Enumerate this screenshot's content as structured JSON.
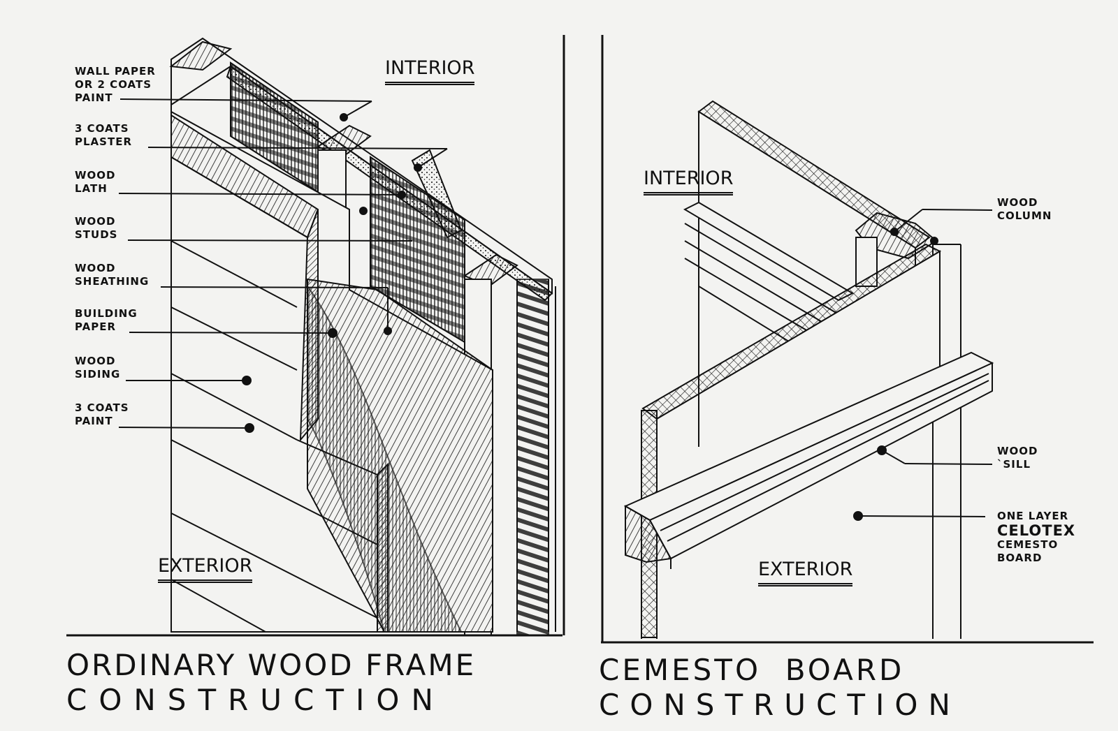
{
  "left_panel": {
    "zone_interior": "INTERIOR",
    "zone_exterior": "EXTERIOR",
    "labels": [
      [
        "WALL PAPER",
        "OR 2 COATS",
        "PAINT"
      ],
      [
        "3 COATS",
        "PLASTER"
      ],
      [
        "WOOD",
        "LATH"
      ],
      [
        "WOOD",
        "STUDS"
      ],
      [
        "WOOD",
        "SHEATHING"
      ],
      [
        "BUILDING",
        "PAPER"
      ],
      [
        "WOOD",
        "SIDING"
      ],
      [
        "3 COATS",
        "PAINT"
      ]
    ],
    "caption": [
      "ORDINARY WOOD FRAME",
      "CONSTRUCTION"
    ]
  },
  "right_panel": {
    "zone_interior": "INTERIOR",
    "zone_exterior": "EXTERIOR",
    "labels": {
      "column": [
        "WOOD",
        "COLUMN"
      ],
      "sill": [
        "WOOD",
        "`SILL"
      ],
      "board": [
        "ONE LAYER",
        "CELOTEX",
        "CEMESTO",
        "BOARD"
      ]
    },
    "caption": [
      "CEMESTO  BOARD",
      "CONSTRUCTION"
    ]
  },
  "colors": {
    "ink": "#111111",
    "paper": "#f3f3f1"
  }
}
